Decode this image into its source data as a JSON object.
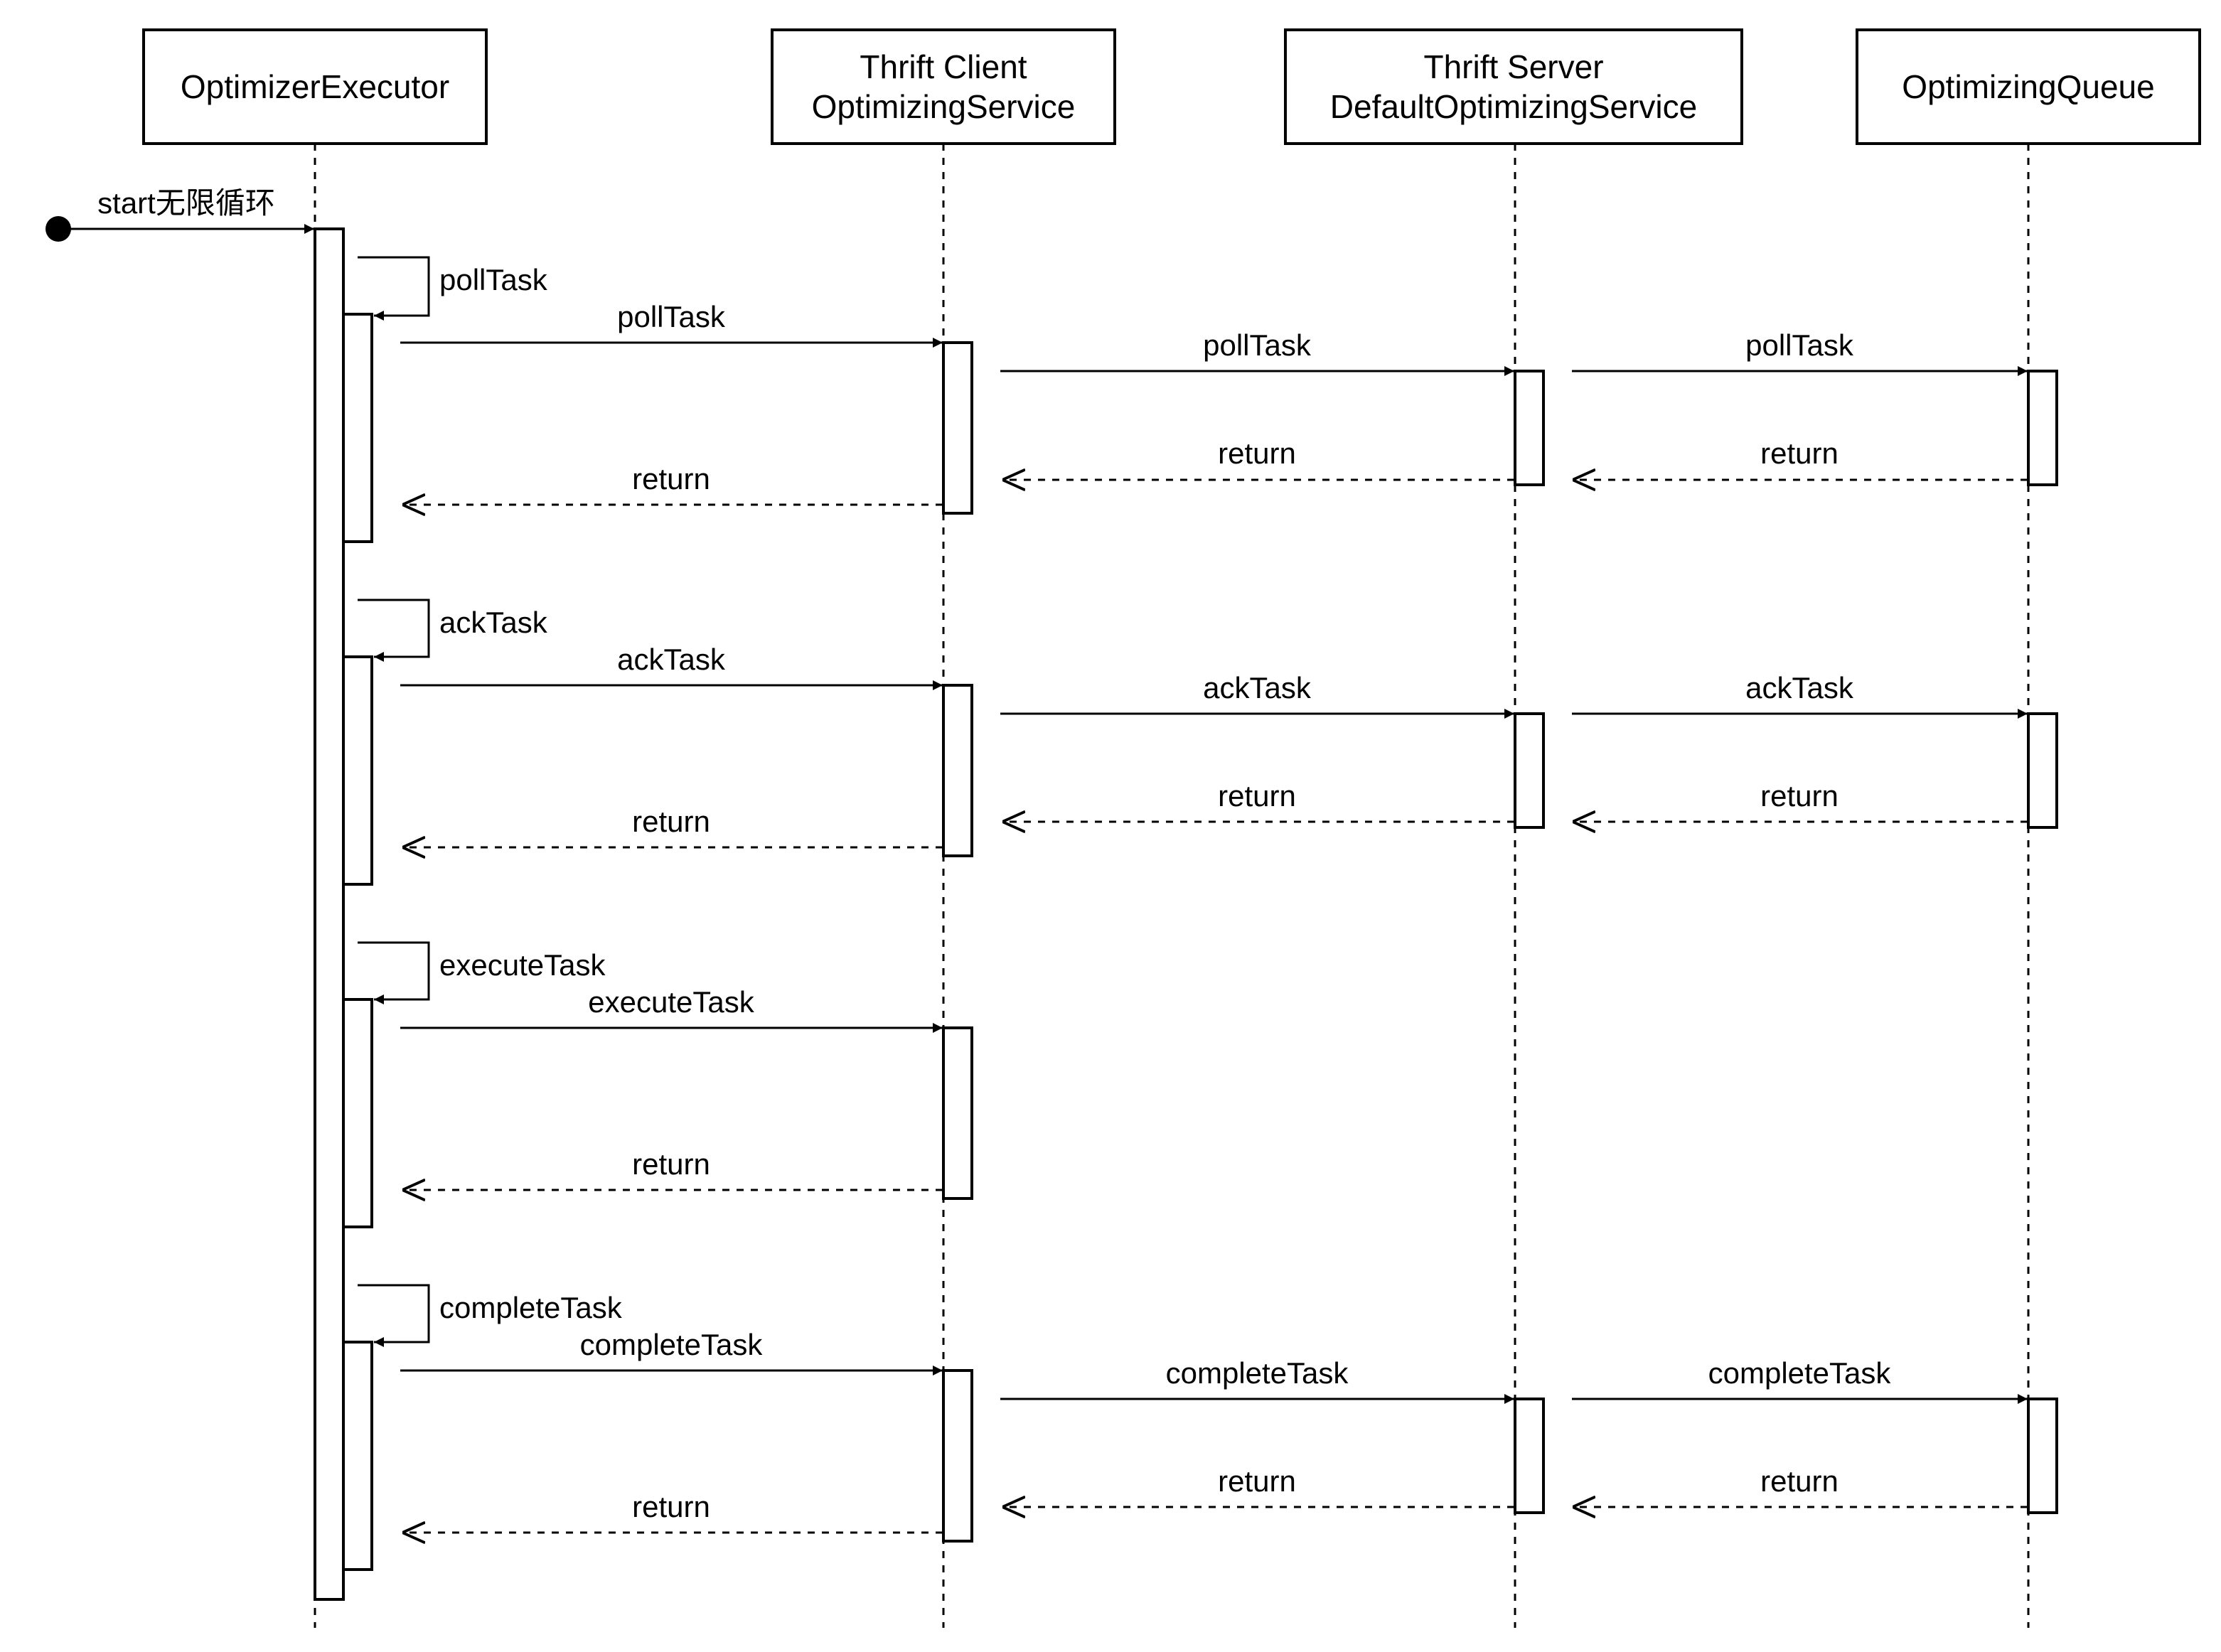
{
  "participants": [
    {
      "id": "executor",
      "lines": [
        "OptimizerExecutor"
      ]
    },
    {
      "id": "client",
      "lines": [
        "Thrift Client",
        "OptimizingService"
      ]
    },
    {
      "id": "server",
      "lines": [
        "Thrift Server",
        "DefaultOptimizingService"
      ]
    },
    {
      "id": "queue",
      "lines": [
        "OptimizingQueue"
      ]
    }
  ],
  "start": {
    "label": "start无限循环"
  },
  "phases": [
    {
      "self_label": "pollTask",
      "call_label": "pollTask",
      "return_label": "return",
      "downstream": [
        {
          "call_label": "pollTask",
          "return_label": "return"
        },
        {
          "call_label": "pollTask",
          "return_label": "return"
        }
      ]
    },
    {
      "self_label": "ackTask",
      "call_label": "ackTask",
      "return_label": "return",
      "downstream": [
        {
          "call_label": "ackTask",
          "return_label": "return"
        },
        {
          "call_label": "ackTask",
          "return_label": "return"
        }
      ]
    },
    {
      "self_label": "executeTask",
      "call_label": "executeTask",
      "return_label": "return",
      "downstream": []
    },
    {
      "self_label": "completeTask",
      "call_label": "completeTask",
      "return_label": "return",
      "downstream": [
        {
          "call_label": "completeTask",
          "return_label": "return"
        },
        {
          "call_label": "completeTask",
          "return_label": "return"
        }
      ]
    }
  ],
  "colors": {
    "stroke": "#000000",
    "background": "#ffffff"
  }
}
